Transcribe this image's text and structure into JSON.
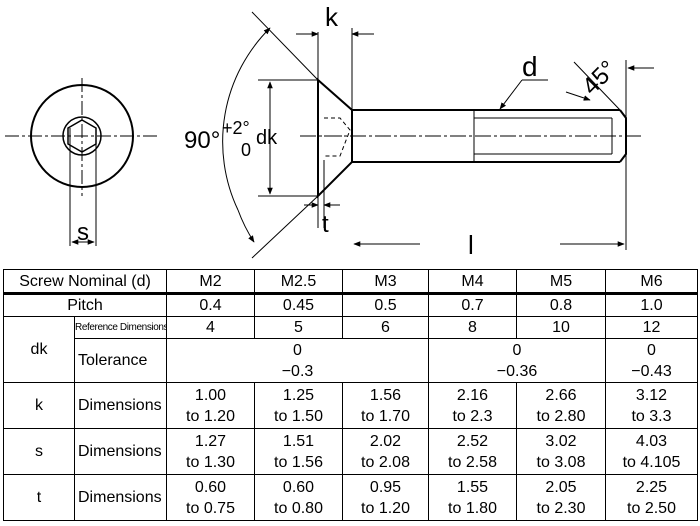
{
  "drawing": {
    "labels": {
      "k": "k",
      "d": "d",
      "chamfer": "45°",
      "angle": "90°",
      "angle_tol_upper": "+2°",
      "angle_tol_lower": "0",
      "dk": "dk",
      "t": "t",
      "l": "l",
      "s": "s"
    }
  },
  "table": {
    "header_label": "Screw Nominal (d)",
    "sizes": [
      "M2",
      "M2.5",
      "M3",
      "M4",
      "M5",
      "M6"
    ],
    "pitch_label": "Pitch",
    "pitch": [
      "0.4",
      "0.45",
      "0.5",
      "0.7",
      "0.8",
      "1.0"
    ],
    "dk_label": "dk",
    "ref_dim_label": "Reference Dimensions",
    "dk_ref": [
      "4",
      "5",
      "6",
      "8",
      "10",
      "12"
    ],
    "tolerance_label": "Tolerance",
    "dk_tol": [
      {
        "upper": "0",
        "lower": "−0.3"
      },
      {
        "upper": "0",
        "lower": "−0.36"
      },
      {
        "upper": "0",
        "lower": "−0.43"
      }
    ],
    "dimensions_label": "Dimensions",
    "k_label": "k",
    "k": [
      {
        "min": "1.00",
        "max": "to 1.20"
      },
      {
        "min": "1.25",
        "max": "to 1.50"
      },
      {
        "min": "1.56",
        "max": "to 1.70"
      },
      {
        "min": "2.16",
        "max": "to 2.3"
      },
      {
        "min": "2.66",
        "max": "to 2.80"
      },
      {
        "min": "3.12",
        "max": "to 3.3"
      }
    ],
    "s_label": "s",
    "s": [
      {
        "min": "1.27",
        "max": "to 1.30"
      },
      {
        "min": "1.51",
        "max": "to 1.56"
      },
      {
        "min": "2.02",
        "max": "to 2.08"
      },
      {
        "min": "2.52",
        "max": "to 2.58"
      },
      {
        "min": "3.02",
        "max": "to 3.08"
      },
      {
        "min": "4.03",
        "max": "to 4.105"
      }
    ],
    "t_label": "t",
    "t": [
      {
        "min": "0.60",
        "max": "to 0.75"
      },
      {
        "min": "0.60",
        "max": "to 0.80"
      },
      {
        "min": "0.95",
        "max": "to 1.20"
      },
      {
        "min": "1.55",
        "max": "to 1.80"
      },
      {
        "min": "2.05",
        "max": "to 2.30"
      },
      {
        "min": "2.25",
        "max": "to 2.50"
      }
    ]
  }
}
